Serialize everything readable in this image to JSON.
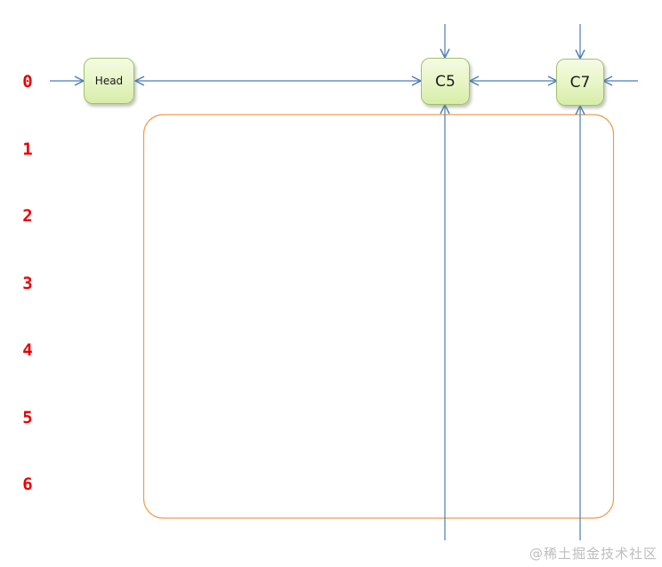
{
  "diagram": {
    "title": "linked-list-levels-diagram",
    "nodes": [
      {
        "id": "head",
        "label": "Head"
      },
      {
        "id": "c5",
        "label": "C5"
      },
      {
        "id": "c7",
        "label": "C7"
      }
    ],
    "row_labels": [
      "0",
      "1",
      "2",
      "3",
      "4",
      "5",
      "6"
    ],
    "watermark": "@稀土掘金技术社区",
    "colors": {
      "node_border": "#a2bf6d",
      "node_fill_top": "#f4fbe3",
      "node_fill_bottom": "#d8eda8",
      "arrow_blue": "#4a7db8",
      "container_border_orange": "#f09c4e",
      "row_label_red": "#ea0000",
      "watermark_gray": "#bdbdbd",
      "background": "#ffffff"
    }
  }
}
